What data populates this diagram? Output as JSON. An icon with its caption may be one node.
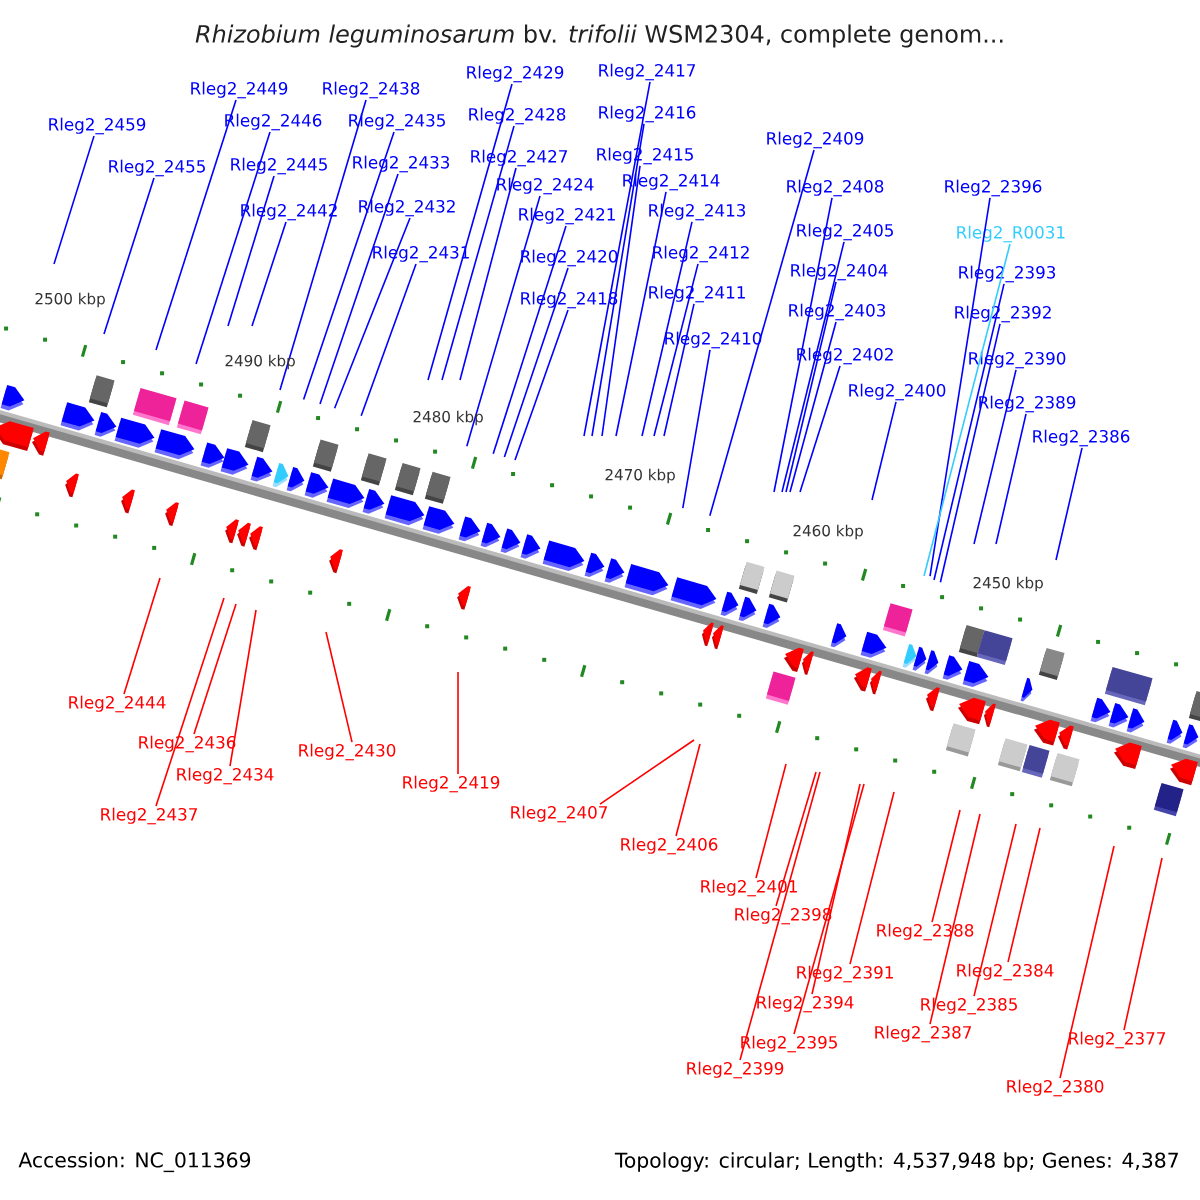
{
  "diagram": {
    "title": "*Rhizobium leguminosarum* bv. *trifolii* WSM2304, complete genom...",
    "nodes": [
      {
        "text": [
          "Rleg2_2459"
        ]
      },
      {
        "text": [
          "Rleg2_2455"
        ]
      },
      {
        "text": [
          "Rleg2_2449"
        ]
      },
      {
        "text": [
          "Rleg2_2446"
        ]
      },
      {
        "text": [
          "Rleg2_2445"
        ]
      },
      {
        "text": [
          "Rleg2_2442"
        ]
      },
      {
        "text": [
          "Rleg2_2438"
        ]
      },
      {
        "text": [
          "Rleg2_2435"
        ]
      },
      {
        "text": [
          "Rleg2_2433"
        ]
      },
      {
        "text": [
          "Rleg2_2432"
        ]
      },
      {
        "text": [
          "Rleg2_2431"
        ]
      },
      {
        "text": [
          "Rleg2_2429"
        ]
      },
      {
        "text": [
          "Rleg2_2428"
        ]
      },
      {
        "text": [
          "Rleg2_2427"
        ]
      },
      {
        "text": [
          "Rleg2_2424"
        ]
      },
      {
        "text": [
          "Rleg2_2421"
        ]
      },
      {
        "text": [
          "Rleg2_2420"
        ]
      },
      {
        "text": [
          "Rleg2_2418"
        ]
      },
      {
        "text": [
          "Rleg2_2417"
        ]
      },
      {
        "text": [
          "Rleg2_2416"
        ]
      },
      {
        "text": [
          "Rleg2_2415"
        ]
      },
      {
        "text": [
          "Rleg2_2414"
        ]
      },
      {
        "text": [
          "Rleg2_2413"
        ]
      },
      {
        "text": [
          "Rleg2_2412"
        ]
      },
      {
        "text": [
          "Rleg2_2411"
        ]
      },
      {
        "text": [
          "Rleg2_2410"
        ]
      },
      {
        "text": [
          "Rleg2_2409"
        ]
      },
      {
        "text": [
          "Rleg2_2408"
        ]
      },
      {
        "text": [
          "Rleg2_2405"
        ]
      },
      {
        "text": [
          "Rleg2_2404"
        ]
      },
      {
        "text": [
          "Rleg2_2403"
        ]
      },
      {
        "text": [
          "Rleg2_2402"
        ]
      },
      {
        "text": [
          "Rleg2_2400"
        ]
      },
      {
        "text": [
          "Rleg2_2396"
        ]
      },
      {
        "text": [
          "Rleg2_R0031"
        ]
      },
      {
        "text": [
          "Rleg2_2393"
        ]
      },
      {
        "text": [
          "Rleg2_2392"
        ]
      },
      {
        "text": [
          "Rleg2_2390"
        ]
      },
      {
        "text": [
          "Rleg2_2389"
        ]
      },
      {
        "text": [
          "Rleg2_2386"
        ]
      },
      {
        "text": [
          "Rleg2_2444"
        ]
      },
      {
        "text": [
          "Rleg2_2437"
        ]
      },
      {
        "text": [
          "Rleg2_2436"
        ]
      },
      {
        "text": [
          "Rleg2_2434"
        ]
      },
      {
        "text": [
          "Rleg2_2430"
        ]
      },
      {
        "text": [
          "Rleg2_2419"
        ]
      },
      {
        "text": [
          "Rleg2_2407"
        ]
      },
      {
        "text": [
          "Rleg2_2406"
        ]
      },
      {
        "text": [
          "Rleg2_2401"
        ]
      },
      {
        "text": [
          "Rleg2_2399"
        ]
      },
      {
        "text": [
          "Rleg2_2398"
        ]
      },
      {
        "text": [
          "Rleg2_2395"
        ]
      },
      {
        "text": [
          "Rleg2_2394"
        ]
      },
      {
        "text": [
          "Rleg2_2391"
        ]
      },
      {
        "text": [
          "Rleg2_2388"
        ]
      },
      {
        "text": [
          "Rleg2_2387"
        ]
      },
      {
        "text": [
          "Rleg2_2385"
        ]
      },
      {
        "text": [
          "Rleg2_2384"
        ]
      },
      {
        "text": [
          "Rleg2_2380"
        ]
      },
      {
        "text": [
          "Rleg2_2377"
        ]
      }
    ],
    "edges": [
      {
        "from": 0,
        "to": null,
        "arrow": "none"
      },
      {
        "from": 1,
        "to": null,
        "arrow": "none"
      },
      {
        "from": 2,
        "to": null,
        "arrow": "none"
      },
      {
        "from": 3,
        "to": null,
        "arrow": "none"
      },
      {
        "from": 4,
        "to": null,
        "arrow": "none"
      },
      {
        "from": 5,
        "to": null,
        "arrow": "none"
      },
      {
        "from": 6,
        "to": null,
        "arrow": "none"
      },
      {
        "from": 7,
        "to": null,
        "arrow": "none"
      },
      {
        "from": 8,
        "to": null,
        "arrow": "none"
      },
      {
        "from": 9,
        "to": null,
        "arrow": "none"
      },
      {
        "from": 10,
        "to": null,
        "arrow": "none"
      },
      {
        "from": 11,
        "to": null,
        "arrow": "none"
      },
      {
        "from": 12,
        "to": null,
        "arrow": "none"
      },
      {
        "from": 13,
        "to": null,
        "arrow": "none"
      },
      {
        "from": 14,
        "to": null,
        "arrow": "none"
      },
      {
        "from": 15,
        "to": null,
        "arrow": "none"
      },
      {
        "from": 16,
        "to": null,
        "arrow": "none"
      },
      {
        "from": 17,
        "to": null,
        "arrow": "none"
      },
      {
        "from": 18,
        "to": null,
        "arrow": "none"
      },
      {
        "from": 19,
        "to": null,
        "arrow": "none"
      },
      {
        "from": 20,
        "to": null,
        "arrow": "none"
      },
      {
        "from": 21,
        "to": null,
        "arrow": "none"
      },
      {
        "from": 22,
        "to": null,
        "arrow": "none"
      },
      {
        "from": 23,
        "to": null,
        "arrow": "none"
      },
      {
        "from": 24,
        "to": null,
        "arrow": "none"
      },
      {
        "from": 25,
        "to": null,
        "arrow": "none"
      },
      {
        "from": 26,
        "to": null,
        "arrow": "none"
      },
      {
        "from": 27,
        "to": null,
        "arrow": "none"
      },
      {
        "from": 28,
        "to": null,
        "arrow": "none"
      },
      {
        "from": 29,
        "to": null,
        "arrow": "none"
      },
      {
        "from": 30,
        "to": null,
        "arrow": "none"
      },
      {
        "from": 31,
        "to": null,
        "arrow": "none"
      },
      {
        "from": 32,
        "to": null,
        "arrow": "none"
      },
      {
        "from": 33,
        "to": null,
        "arrow": "none"
      },
      {
        "from": 34,
        "to": null,
        "arrow": "none",
        "color": "#33ccff"
      },
      {
        "from": 35,
        "to": null,
        "arrow": "none"
      },
      {
        "from": 36,
        "to": null,
        "arrow": "none"
      },
      {
        "from": 37,
        "to": null,
        "arrow": "none"
      },
      {
        "from": 38,
        "to": null,
        "arrow": "none"
      },
      {
        "from": 39,
        "to": null,
        "arrow": "none"
      },
      {
        "from": 40,
        "to": null,
        "arrow": "none",
        "color": "#ff0000"
      },
      {
        "from": 41,
        "to": null,
        "arrow": "none",
        "color": "#ff0000"
      },
      {
        "from": 42,
        "to": null,
        "arrow": "none",
        "color": "#ff0000"
      },
      {
        "from": 43,
        "to": null,
        "arrow": "none",
        "color": "#ff0000"
      },
      {
        "from": 44,
        "to": null,
        "arrow": "none",
        "color": "#ff0000"
      },
      {
        "from": 45,
        "to": null,
        "arrow": "none",
        "color": "#ff0000"
      },
      {
        "from": 46,
        "to": null,
        "arrow": "none",
        "color": "#ff0000"
      },
      {
        "from": 47,
        "to": null,
        "arrow": "none",
        "color": "#ff0000"
      },
      {
        "from": 48,
        "to": null,
        "arrow": "none",
        "color": "#ff0000"
      },
      {
        "from": 49,
        "to": null,
        "arrow": "none",
        "color": "#ff0000"
      },
      {
        "from": 50,
        "to": null,
        "arrow": "none",
        "color": "#ff0000"
      },
      {
        "from": 51,
        "to": null,
        "arrow": "none",
        "color": "#ff0000"
      },
      {
        "from": 52,
        "to": null,
        "arrow": "none",
        "color": "#ff0000"
      },
      {
        "from": 53,
        "to": null,
        "arrow": "none",
        "color": "#ff0000"
      },
      {
        "from": 54,
        "to": null,
        "arrow": "none",
        "color": "#ff0000"
      },
      {
        "from": 55,
        "to": null,
        "arrow": "none",
        "color": "#ff0000"
      },
      {
        "from": 56,
        "to": null,
        "arrow": "none",
        "color": "#ff0000"
      },
      {
        "from": 57,
        "to": null,
        "arrow": "none",
        "color": "#ff0000"
      },
      {
        "from": 58,
        "to": null,
        "arrow": "none",
        "color": "#ff0000"
      },
      {
        "from": 59,
        "to": null,
        "arrow": "none",
        "color": "#ff0000"
      }
    ],
    "labels": [
      "2500 kbp",
      "2490 kbp",
      "2480 kbp",
      "2470 kbp",
      "2460 kbp",
      "2450 kbp",
      "Accession: NC_011369",
      "Topology: circular; Length: 4,537,948 bp; Genes: 4,387"
    ]
  }
}
